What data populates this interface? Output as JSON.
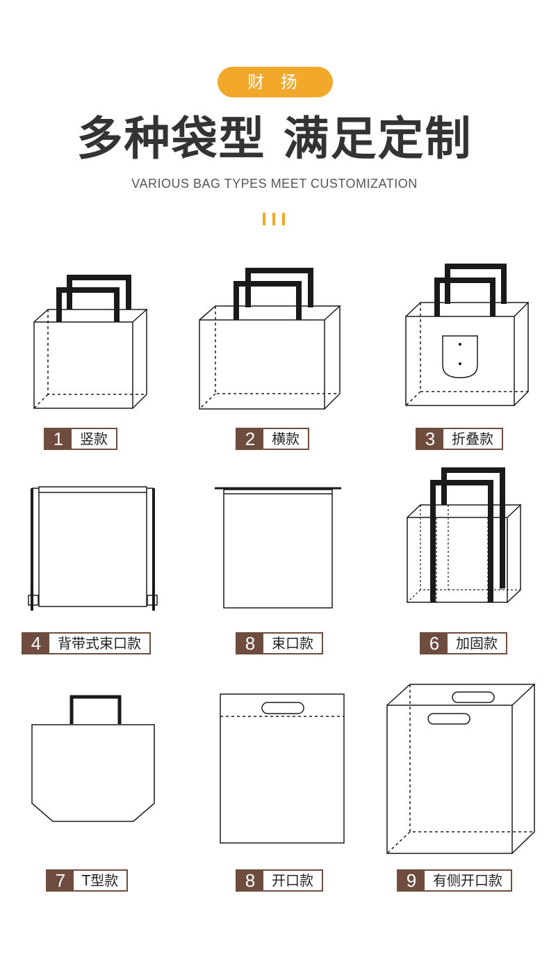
{
  "header": {
    "badge": "财 扬",
    "title": "多种袋型 满足定制",
    "subtitle": "VARIOUS BAG TYPES MEET CUSTOMIZATION"
  },
  "colors": {
    "accent": "#f2a82a",
    "label_brown": "#6e4d3f",
    "title_text": "#333333",
    "handle": "#1a1a1a"
  },
  "items": [
    {
      "num": "1",
      "label": "竖款"
    },
    {
      "num": "2",
      "label": "横款"
    },
    {
      "num": "3",
      "label": "折叠款"
    },
    {
      "num": "4",
      "label": "背带式束口款"
    },
    {
      "num": "8",
      "label": "束口款"
    },
    {
      "num": "6",
      "label": "加固款"
    },
    {
      "num": "7",
      "label": "T型款"
    },
    {
      "num": "8",
      "label": "开口款"
    },
    {
      "num": "9",
      "label": "有侧开口款"
    }
  ]
}
